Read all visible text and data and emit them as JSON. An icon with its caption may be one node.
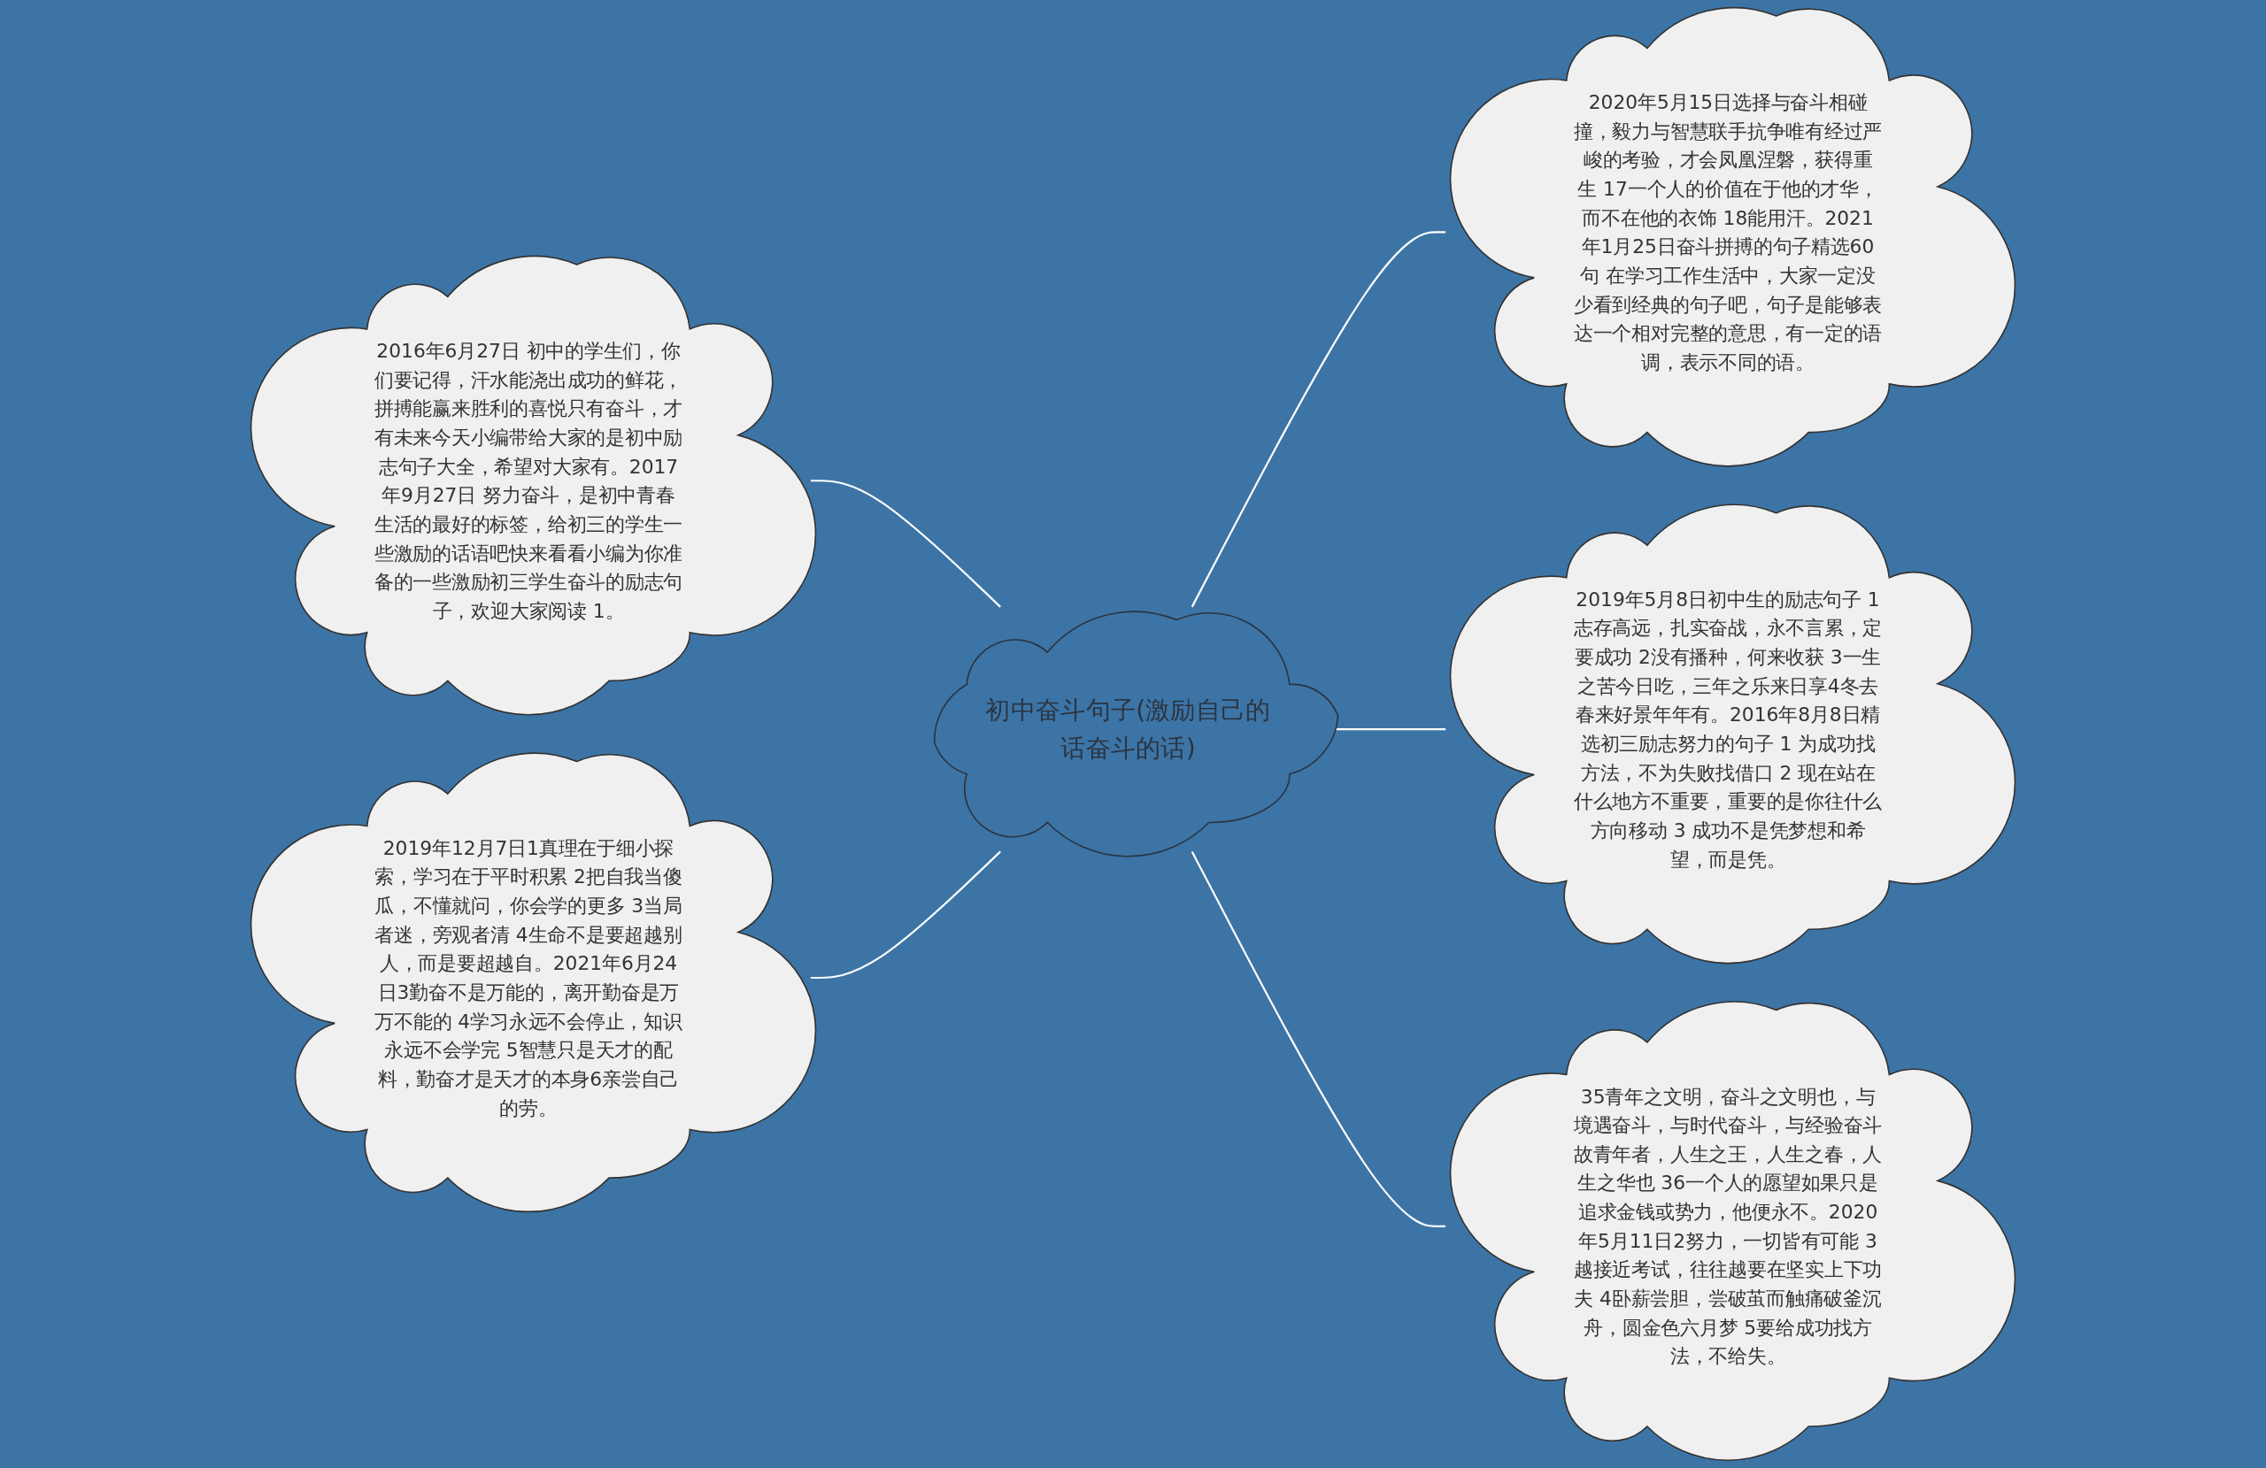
{
  "diagram": {
    "nodes": [
      {
        "text": [
          "初中奋斗句子(激励自己的话奋斗的话)"
        ]
      },
      {
        "text": [
          "2016年6月27日 初中的学生们，你们要记得，汗水能浇出成功的鲜花，拼搏能赢来胜利的喜悦只有奋斗，才有未来今天小编带给大家的是初中励志句子大全，希望对大家有。2017年9月27日 努力奋斗，是初中青春生活的最好的标签，给初三的学生一些激励的话语吧快来看看小编为你准备的一些激励初三学生奋斗的励志句子，欢迎大家阅读 1。"
        ]
      },
      {
        "text": [
          "2019年12月7日1真理在于细小探索，学习在于平时积累 2把自我当傻瓜，不懂就问，你会学的更多 3当局者迷，旁观者清 4生命不是要超越别人，而是要超越自。2021年6月24日3勤奋不是万能的，离开勤奋是万万不能的 4学习永远不会停止，知识永远不会学完 5智慧只是天才的配料，勤奋才是天才的本身6亲尝自己的劳。"
        ]
      },
      {
        "text": [
          "2020年5月15日选择与奋斗相碰撞，毅力与智慧联手抗争唯有经过严峻的考验，才会凤凰涅磐，获得重生 17一个人的价值在于他的才华，而不在他的衣饰 18能用汗。2021年1月25日奋斗拼搏的句子精选60句 在学习工作生活中，大家一定没少看到经典的句子吧，句子是能够表达一个相对完整的意思，有一定的语调，表示不同的语。"
        ]
      },
      {
        "text": [
          "2019年5月8日初中生的励志句子 1志存高远，扎实奋战，永不言累，定要成功 2没有播种，何来收获 3一生之苦今日吃，三年之乐来日享4冬去春来好景年年有。2016年8月8日精选初三励志努力的句子 1 为成功找方法，不为失败找借口 2 现在站在什么地方不重要，重要的是你往什么方向移动 3 成功不是凭梦想和希望，而是凭。"
        ]
      },
      {
        "text": [
          "35青年之文明，奋斗之文明也，与境遇奋斗，与时代奋斗，与经验奋斗故青年者，人生之王，人生之春，人生之华也 36一个人的愿望如果只是追求金钱或势力，他便永不。2020年5月11日2努力，一切皆有可能 3越接近考试，往往越要在坚实上下功夫 4卧薪尝胆，尝破茧而触痛破釜沉舟，圆金色六月梦 5要给成功找方法，不给失。"
        ]
      }
    ],
    "edges": [
      {
        "from": 0,
        "to": 1,
        "arrow": "none"
      },
      {
        "from": 0,
        "to": 2,
        "arrow": "none"
      },
      {
        "from": 0,
        "to": 3,
        "arrow": "none"
      },
      {
        "from": 0,
        "to": 4,
        "arrow": "none"
      },
      {
        "from": 0,
        "to": 5,
        "arrow": "none"
      }
    ]
  }
}
